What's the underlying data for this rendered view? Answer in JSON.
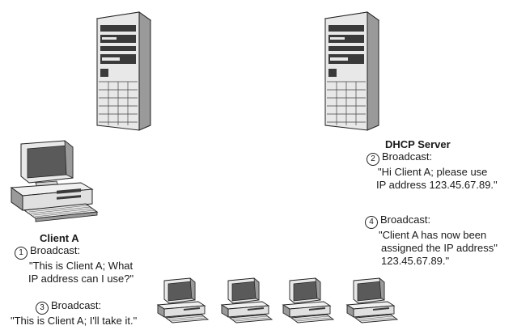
{
  "server_left": {
    "icon": "tower-server-icon"
  },
  "server_right": {
    "icon": "tower-server-icon",
    "title": "DHCP Server",
    "step2": {
      "num": "2",
      "label": "Broadcast:",
      "msg1": "\"Hi Client A; please use",
      "msg2": "IP address 123.45.67.89.\""
    },
    "step4": {
      "num": "4",
      "label": "Broadcast:",
      "msg1": "\"Client A has now been",
      "msg2": "assigned the IP address\"",
      "msg3": "123.45.67.89.\""
    }
  },
  "client_a": {
    "icon": "desktop-computer-icon",
    "title": "Client A",
    "step1": {
      "num": "1",
      "label": "Broadcast:",
      "msg1": "\"This is Client A; What",
      "msg2": "IP address can I use?\""
    },
    "step3": {
      "num": "3",
      "label": "Broadcast:",
      "msg1": "\"This is Client A; I'll take it.\""
    }
  },
  "other_clients": [
    {
      "icon": "desktop-computer-icon"
    },
    {
      "icon": "desktop-computer-icon"
    },
    {
      "icon": "desktop-computer-icon"
    },
    {
      "icon": "desktop-computer-icon"
    }
  ],
  "colors": {
    "case": "#e8e8e8",
    "shade": "#9a9a9a",
    "dark": "#3a3a3a",
    "outline": "#222222"
  }
}
